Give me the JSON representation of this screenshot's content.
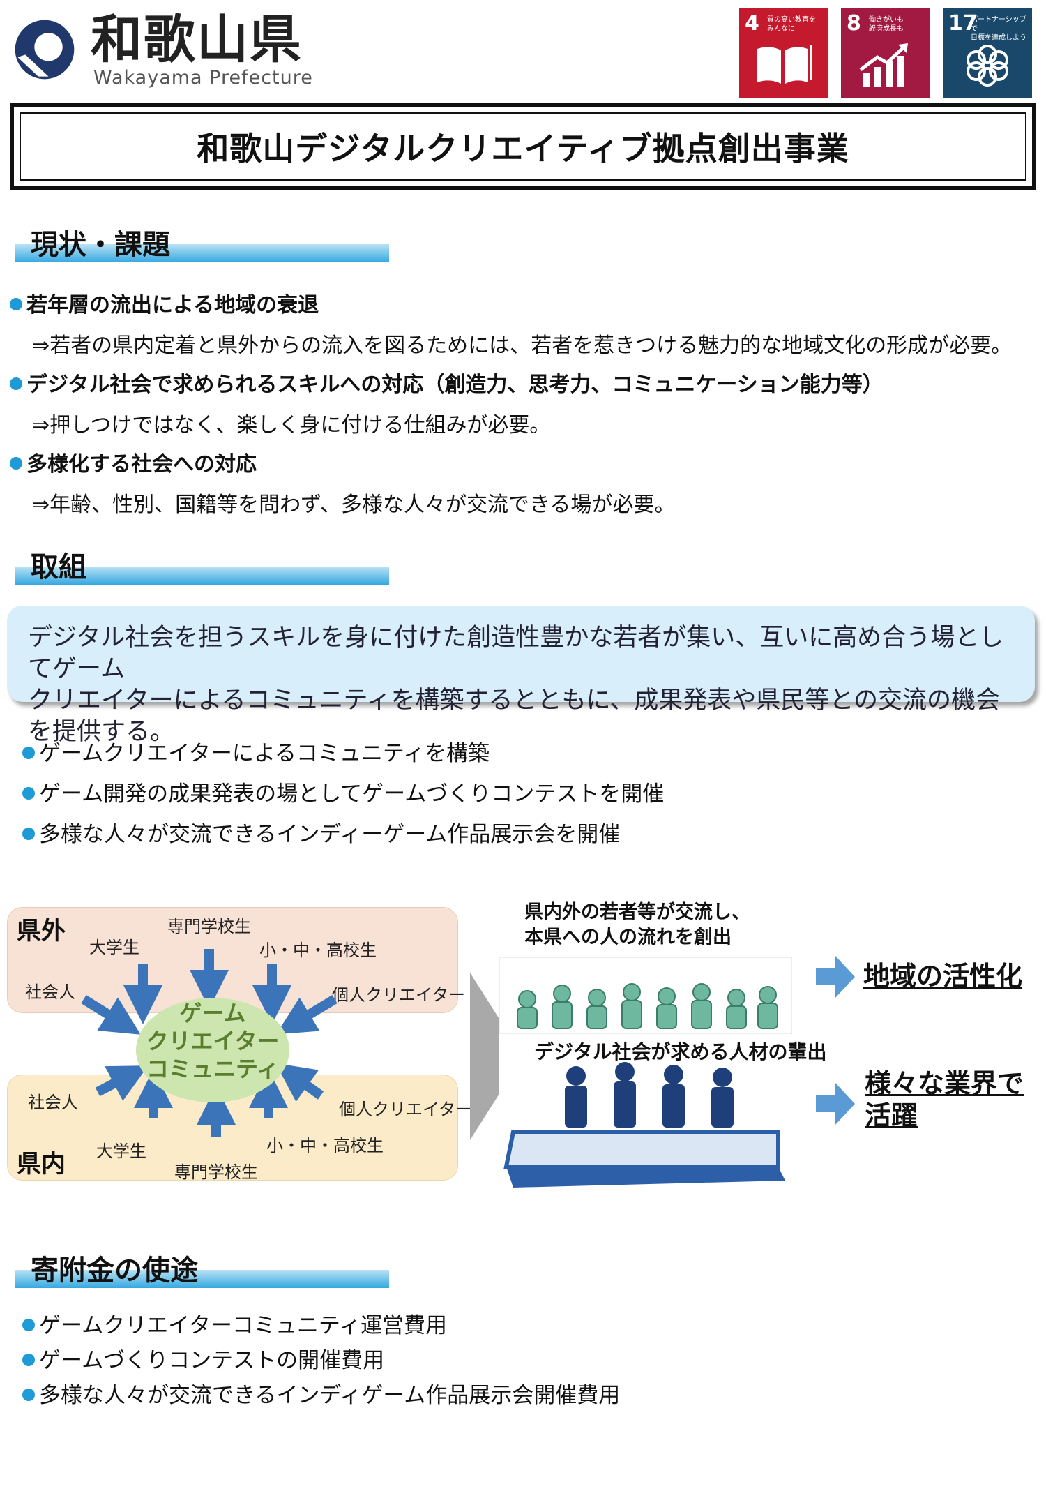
{
  "header": {
    "logo_jp": "和歌山県",
    "logo_en": "Wakayama Prefecture",
    "sdg_badges": [
      {
        "num": "4",
        "text": "質の高い教育を\nみんなに",
        "color": "#c5192d",
        "icon": "book-icon"
      },
      {
        "num": "8",
        "text": "働きがいも\n経済成長も",
        "color": "#a21942",
        "icon": "growth-chart-icon"
      },
      {
        "num": "17",
        "text": "パートナーシップで\n目標を達成しよう",
        "color": "#19486a",
        "icon": "flower-ring-icon"
      }
    ]
  },
  "title": "和歌山デジタルクリエイティブ拠点創出事業",
  "section_current": {
    "heading": "現状・課題",
    "items": [
      {
        "head": "若年層の流出による地域の衰退",
        "sub": "⇒若者の県内定着と県外からの流入を図るためには、若者を惹きつける魅力的な地域文化の形成が必要。"
      },
      {
        "head": "デジタル社会で求められるスキルへの対応（創造力、思考力、コミュニケーション能力等）",
        "sub": "⇒押しつけではなく、楽しく身に付ける仕組みが必要。"
      },
      {
        "head": "多様化する社会への対応",
        "sub": "⇒年齢、性別、国籍等を問わず、多様な人々が交流できる場が必要。"
      }
    ]
  },
  "section_action": {
    "heading": "取組",
    "callout_line1": "デジタル社会を担うスキルを身に付けた創造性豊かな若者が集い、互いに高め合う場としてゲーム",
    "callout_line2": "クリエイターによるコミュニティを構築するとともに、成果発表や県民等との交流の機会を提供する。",
    "items": [
      "ゲームクリエイターによるコミュニティを構築",
      "ゲーム開発の成果発表の場としてゲームづくりコンテストを開催",
      "多様な人々が交流できるインディーゲーム作品展示会を開催"
    ]
  },
  "diagram": {
    "outside_label": "県外",
    "inside_label": "県内",
    "outside_people": {
      "a": "専門学校生",
      "b": "大学生",
      "c": "小・中・高校生",
      "d": "社会人",
      "e": "個人クリエイター"
    },
    "inside_people": {
      "a": "社会人",
      "b": "個人クリエイター",
      "c": "大学生",
      "d": "小・中・高校生",
      "e": "専門学校生"
    },
    "center_lines": [
      "ゲーム",
      "クリエイター",
      "コミュニティ"
    ],
    "right_heading_1": "県内外の若者等が交流し、",
    "right_heading_2": "本県への人の流れを創出",
    "talent_label": "デジタル社会が求める人材の輩出",
    "result_1": "地域の活性化",
    "result_2_line1": "様々な業界で",
    "result_2_line2": "活躍"
  },
  "section_donation": {
    "heading": "寄附金の使途",
    "items": [
      "ゲームクリエイターコミュニティ運営費用",
      "ゲームづくりコンテストの開催費用",
      "多様な人々が交流できるインディゲーム作品展示会開催費用"
    ]
  },
  "colors": {
    "accent_blue": "#1e9ad6",
    "callout_bg": "#d8eefb",
    "arrow_blue": "#3b74b9"
  }
}
